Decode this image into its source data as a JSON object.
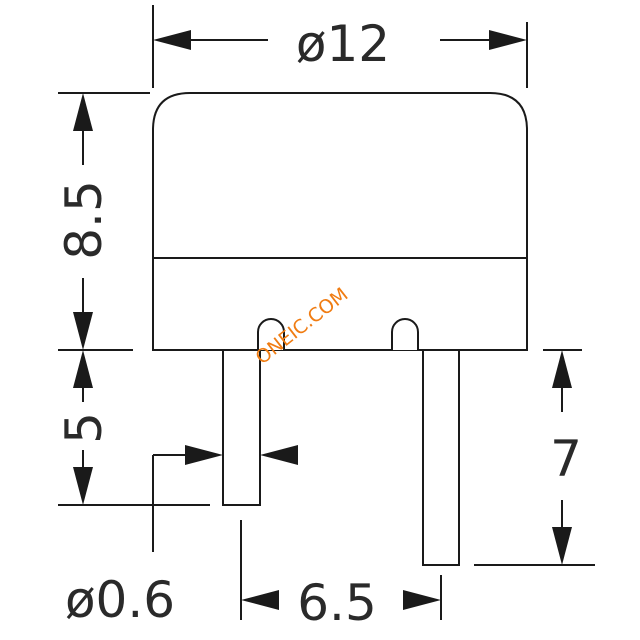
{
  "dimensions": {
    "body_diameter": "ø12",
    "body_height": "8.5",
    "pin_short_length": "5",
    "pin_long_length": "7",
    "pin_diameter": "ø0.6",
    "pin_spacing": "6.5"
  },
  "watermark": "ONEIC.COM",
  "colors": {
    "line": "#1a1a1a",
    "text": "#2a2a2a",
    "watermark": "#f07c12"
  }
}
